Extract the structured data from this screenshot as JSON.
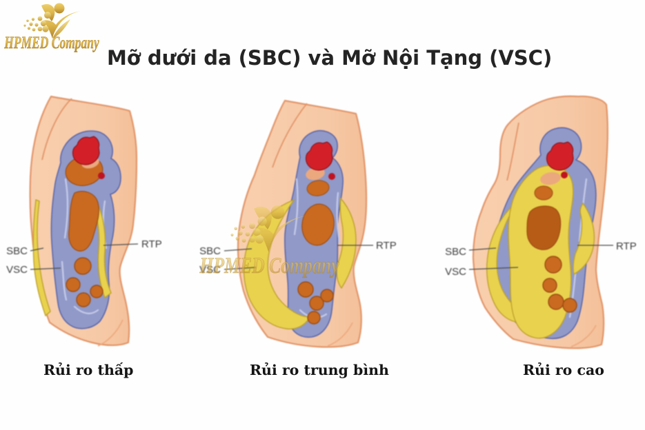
{
  "title": "Mỡ dưới da (SBC) và Mỡ Nội Tạng (VSC)",
  "brand": {
    "name": "HPMED Company"
  },
  "watermark": {
    "name": "HPMED Company"
  },
  "figures": [
    {
      "id": "low-risk",
      "caption": "Rủi ro thấp",
      "labels": {
        "sbc": "SBC",
        "vsc": "VSC",
        "rtp": "RTP"
      }
    },
    {
      "id": "medium-risk",
      "caption": "Rủi ro trung bình",
      "labels": {
        "sbc": "SBC",
        "vsc": "VSC",
        "rtp": "RTP"
      }
    },
    {
      "id": "high-risk",
      "caption": "Rủi ro cao",
      "labels": {
        "sbc": "SBC",
        "vsc": "VSC",
        "rtp": "RTP"
      }
    }
  ],
  "colors": {
    "skin": "#f7c7a3",
    "skin_outline": "#e18d5d",
    "cavity_blue": "#8d96ca",
    "blue_outline": "#5560a8",
    "fat_yellow": "#ebd54d",
    "fat_outline": "#bfa028",
    "organ_orange": "#c96a20",
    "organ_dark": "#9c4a10",
    "heart_red": "#d32028",
    "brand_gold": "#d9b44a",
    "label_gray": "#3d3d3d",
    "title_black": "#242424"
  }
}
